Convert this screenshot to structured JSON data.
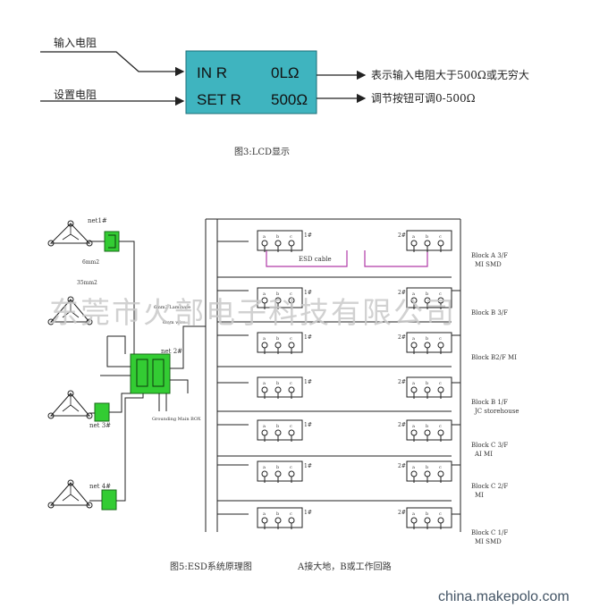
{
  "lcd": {
    "input_label": "输入电阻",
    "set_label": "设置电阻",
    "row1_name": "IN R",
    "row1_value": "0LΩ",
    "row2_name": "SET R",
    "row2_value": "500Ω",
    "note_top": "表示输入电阻大于500Ω或无穷大",
    "note_bottom": "调节按钮可调0-500Ω",
    "caption": "图3:LCD显示",
    "box_color": "#3fb4bf"
  },
  "esd": {
    "nets": [
      "net1#",
      "net 2#",
      "net 3#",
      "net 4#"
    ],
    "wire_labels": [
      "6mm2",
      "35mm2",
      "6mm2 Laminate",
      "6mm wire",
      "ESD cable",
      "Grounding Main BOX"
    ],
    "blocks": [
      "Block A 3/F MI SMD",
      "Block B 3/F",
      "Block B2/F MI",
      "Block B 1/F JC storehouse",
      "Block C 3/F AI MI",
      "Block C 2/F MI",
      "Block C 1/F MI SMD"
    ],
    "port_left": "1#",
    "port_right": "2#",
    "terminals": [
      "a",
      "b",
      "c"
    ],
    "caption": "图5:ESD系统原理图",
    "caption_note": "A接大地，B或工作回路",
    "node_color": "#33cc33",
    "esd_cable_color": "#b03aa8"
  },
  "watermark": "东莞市火部电子科技有限公司",
  "site": "china.makepolo.com"
}
